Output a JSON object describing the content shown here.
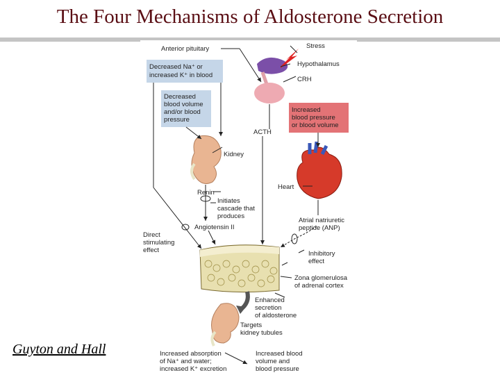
{
  "title": "The Four Mechanisms of Aldosterone Secretion",
  "credit": "Guyton and Hall",
  "diagram": {
    "anterior_pituitary": "Anterior pituitary",
    "stress": "Stress",
    "hypothalamus": "Hypothalamus",
    "crh": "CRH",
    "acth": "ACTH",
    "ion_box": [
      "Decreased Na⁺ or",
      "increased K⁺ in blood"
    ],
    "volume_box": [
      "Decreased",
      "blood volume",
      "and/or blood",
      "pressure"
    ],
    "pressure_box": [
      "Increased",
      "blood pressure",
      "or blood volume"
    ],
    "kidney": "Kidney",
    "heart": "Heart",
    "renin": "Renin",
    "cascade": [
      "Initiates",
      "cascade that",
      "produces"
    ],
    "angiotensin": "Angiotensin II",
    "direct": [
      "Direct",
      "stimulating",
      "effect"
    ],
    "anp": [
      "Atrial natriuretic",
      "peptide (ANP)"
    ],
    "inhibitory": [
      "Inhibitory",
      "effect"
    ],
    "zona": [
      "Zona glomerulosa",
      "of adrenal cortex"
    ],
    "enhanced": [
      "Enhanced",
      "secretion",
      "of aldosterone"
    ],
    "targets": [
      "Targets",
      "kidney tubules"
    ],
    "absorption": [
      "Increased absorption",
      "of Na⁺ and water;",
      "increased K⁺ excretion"
    ],
    "result": [
      "Increased blood",
      "volume and",
      "blood pressure"
    ]
  },
  "colors": {
    "title": "#5a0e14",
    "blue_box": "#c5d6e8",
    "red_box": "#e37376",
    "kidney": "#e9b592",
    "adrenal": "#e8e0b0",
    "heart": "#d63a2a"
  }
}
